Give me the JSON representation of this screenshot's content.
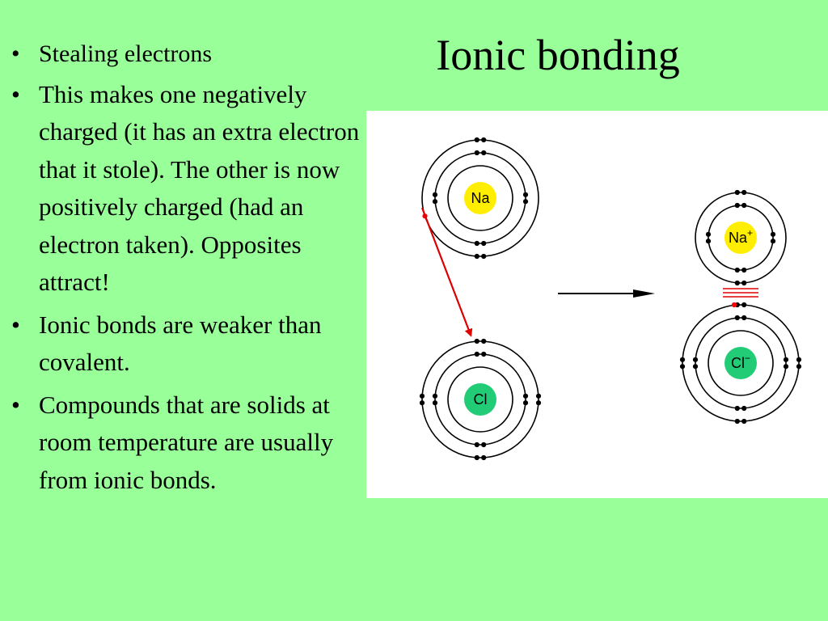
{
  "title": "Ionic bonding",
  "bullet_glyph": "•",
  "bullets": [
    "Stealing electrons",
    "This makes one negatively charged (it has an extra electron that it stole).  The other is now positively charged (had an electron taken).  Opposites attract!",
    "Ionic bonds are weaker than covalent.",
    "Compounds that are solids at room temperature are usually from ionic bonds."
  ],
  "diagram": {
    "atoms": {
      "sodium": {
        "symbol": "Na",
        "color": "#ffee00"
      },
      "chlorine": {
        "symbol": "Cl",
        "color": "#22cc77"
      },
      "sodium_ion": {
        "symbol": "Na",
        "charge": "+",
        "color": "#ffee00"
      },
      "chloride_ion": {
        "symbol": "Cl",
        "charge": "−",
        "color": "#22cc77"
      }
    },
    "colors": {
      "electron": "#000000",
      "transferred_electron": "#ff0000",
      "transfer_arrow": "#dd0000",
      "bond_lines": "#dd0000",
      "reaction_arrow": "#000000"
    }
  }
}
